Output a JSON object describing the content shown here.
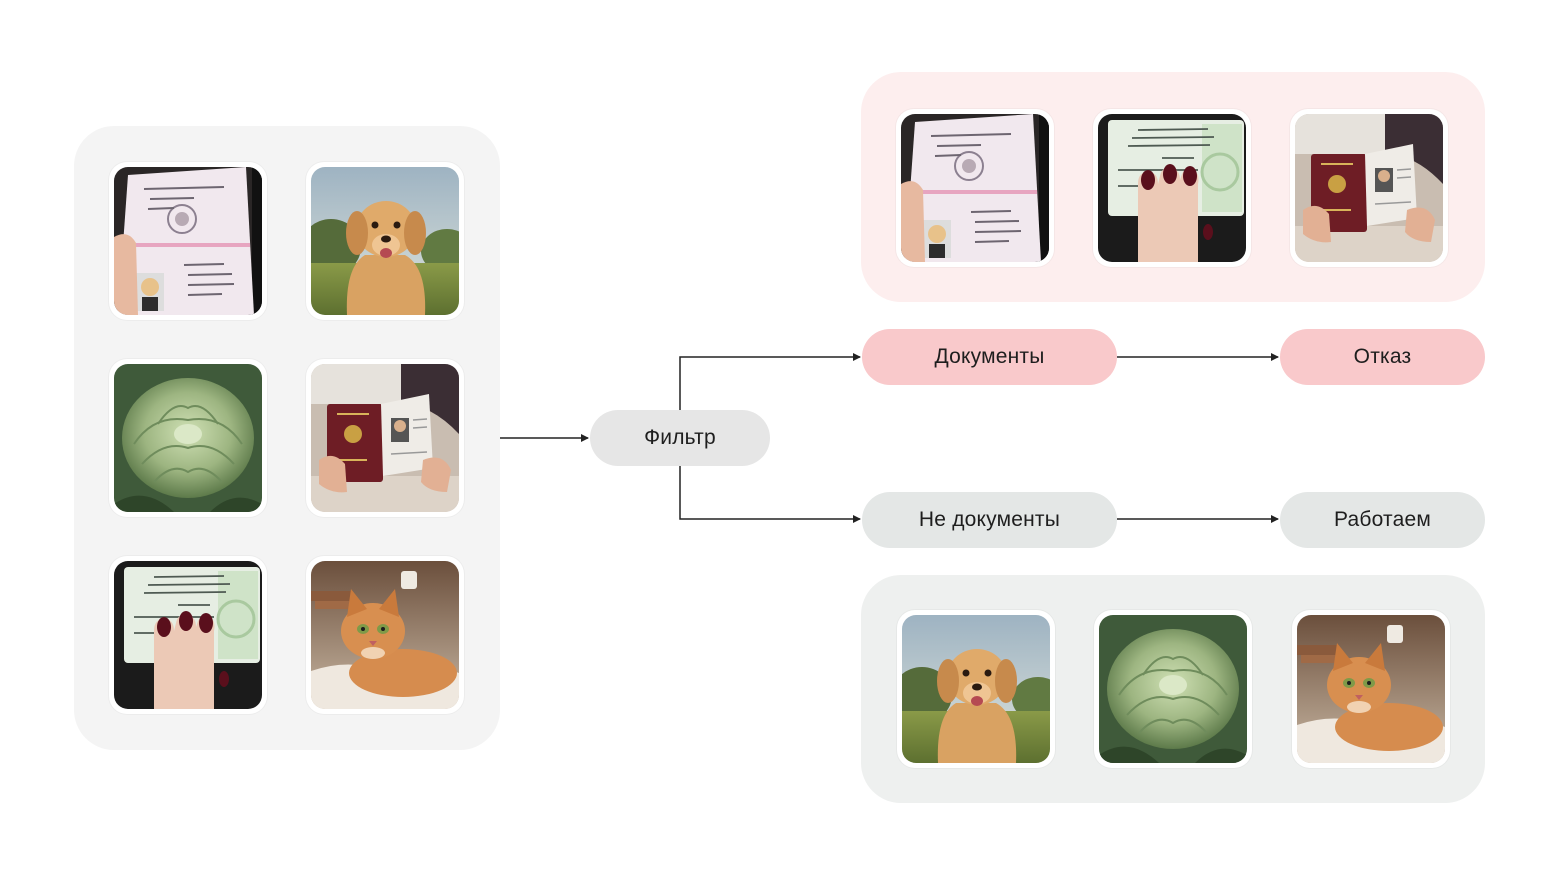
{
  "filter": {
    "label": "Фильтр"
  },
  "documents": {
    "label": "Документы"
  },
  "rejection": {
    "label": "Отказ"
  },
  "non_documents": {
    "label": "Не документы"
  },
  "working": {
    "label": "Работаем"
  },
  "images": {
    "input": [
      "internal-passport-photo",
      "golden-retriever-photo",
      "green-peony-photo",
      "foreign-passport-photo",
      "insurance-certificate-photo",
      "ginger-cat-photo"
    ],
    "documents": [
      "internal-passport-photo",
      "insurance-certificate-photo",
      "foreign-passport-photo"
    ],
    "non_documents": [
      "golden-retriever-photo",
      "green-peony-photo",
      "ginger-cat-photo"
    ]
  },
  "colors": {
    "documents_accent": "#f9c9cb",
    "documents_panel": "#fdeeee",
    "non_documents_accent": "#e4e7e6",
    "non_documents_panel": "#eef0ef",
    "input_panel": "#f4f4f4",
    "arrow": "#222222"
  }
}
